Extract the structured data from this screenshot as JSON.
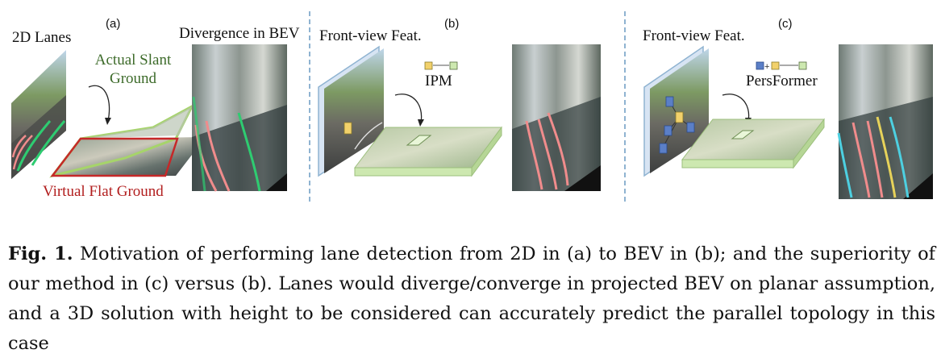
{
  "panel_a": {
    "tag": "(a)",
    "label_2d": "2D Lanes",
    "label_actual_line1": "Actual Slant",
    "label_actual_line2": "Ground",
    "label_virtual": "Virtual Flat Ground",
    "label_divergence": "Divergence in BEV"
  },
  "panel_b": {
    "tag": "(b)",
    "label_front": "Front-view Feat.",
    "label_method": "IPM"
  },
  "panel_c": {
    "tag": "(c)",
    "label_front": "Front-view Feat.",
    "label_method": "PersFormer"
  },
  "caption": {
    "prefix": "Fig. 1.",
    "text": "Motivation of performing lane detection from 2D in (a) to BEV in (b); and the superiority of our method in (c) versus (b). Lanes would diverge/converge in projected BEV on planar assumption, and a 3D solution with height to be considered can accurately predict the parallel topology in this case"
  },
  "colors": {
    "actual_ground": "#a6d46a",
    "virtual_ground": "#c62828",
    "lane_green": "#2ecc71",
    "lane_pink": "#f08c8c",
    "lane_cyan": "#4dd0e1",
    "lane_yellow": "#e6d25a",
    "feature_blue": "#5b7fc7",
    "feature_yellow": "#f2d16b",
    "feature_green": "#cde8b0",
    "divider": "#8fb3d1"
  }
}
